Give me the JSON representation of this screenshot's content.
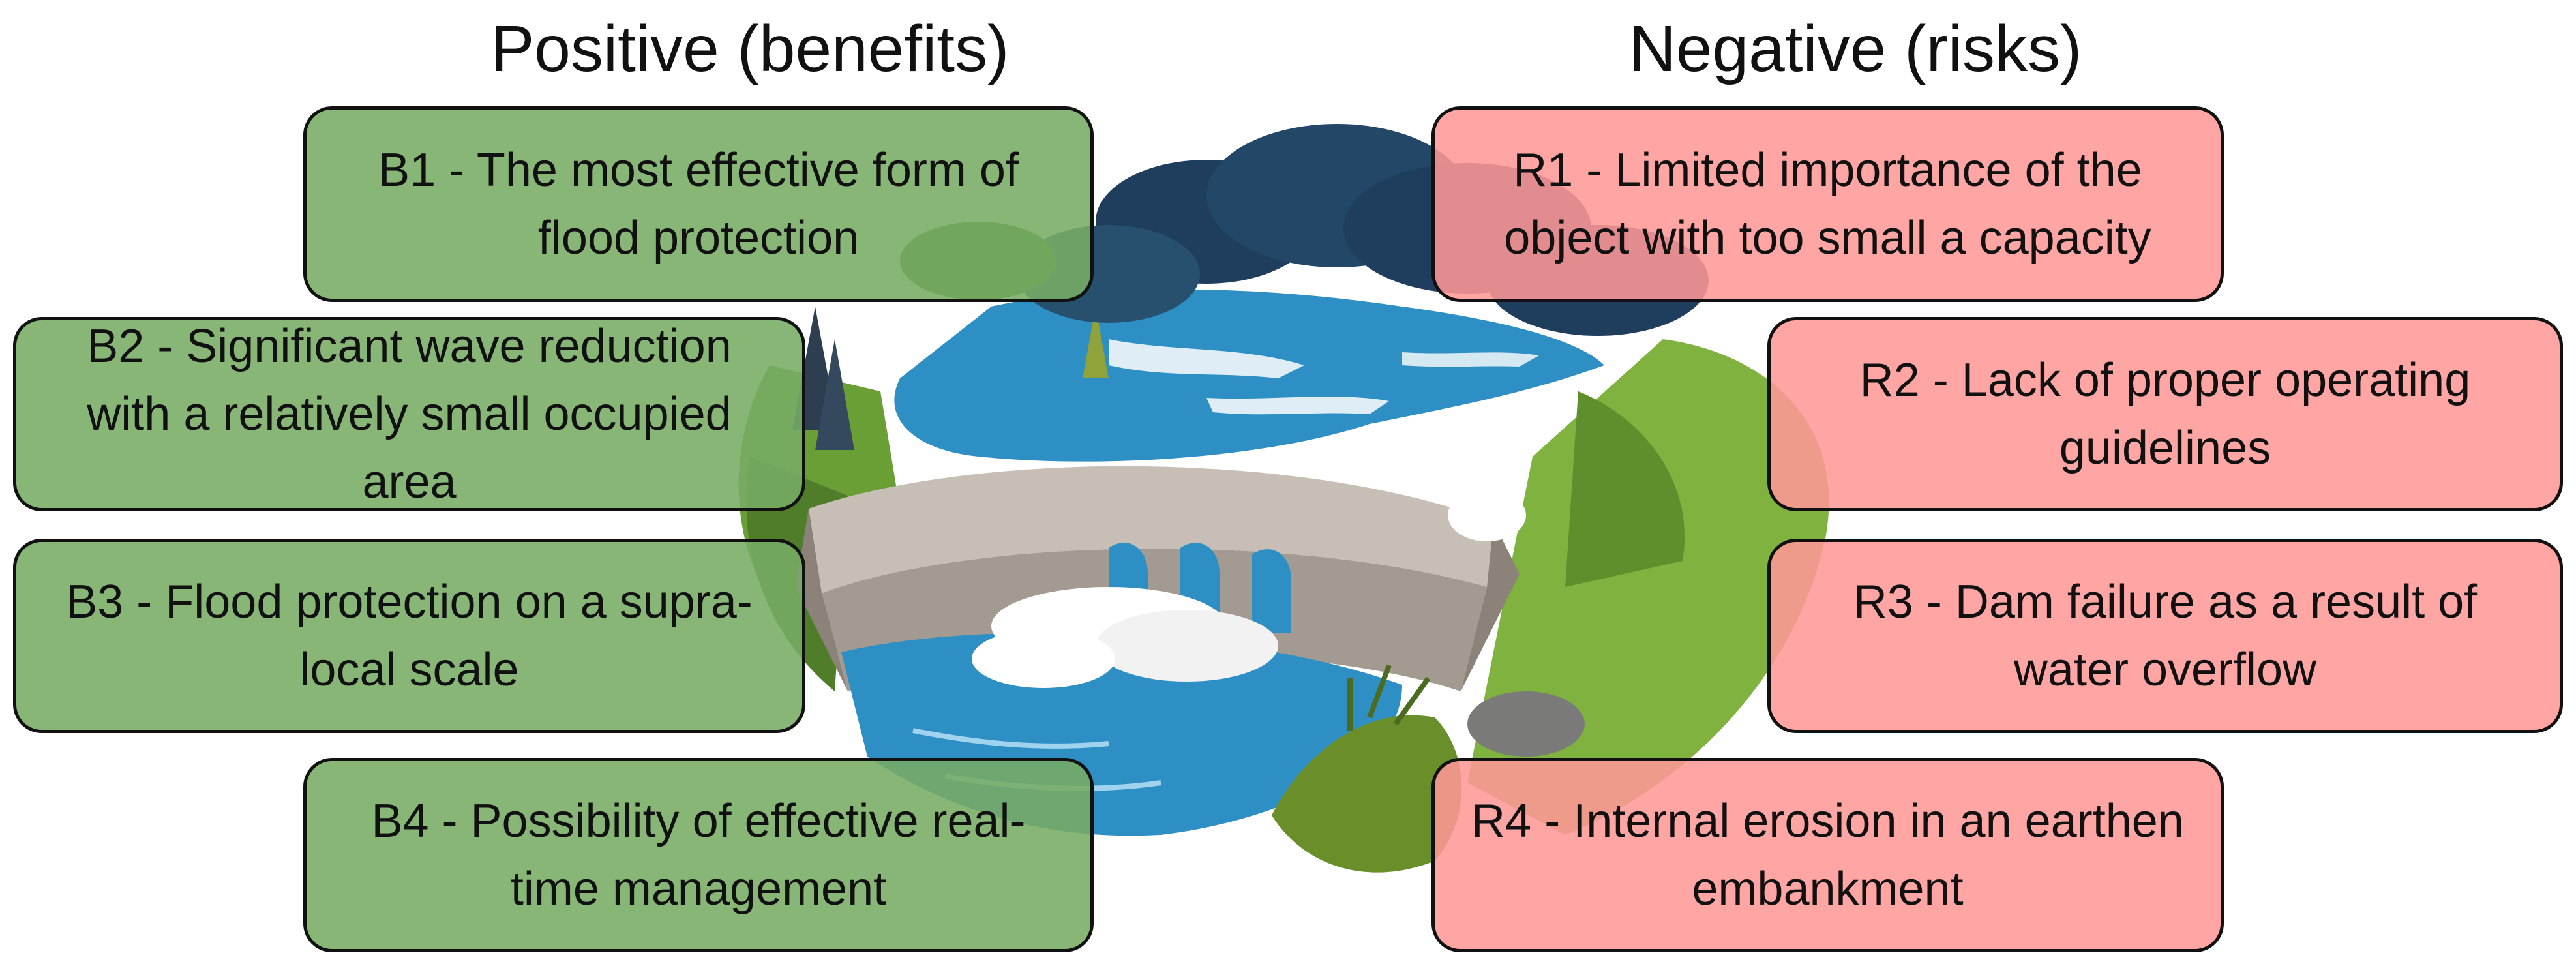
{
  "headings": {
    "positive": "Positive (benefits)",
    "negative": "Negative (risks)"
  },
  "benefits": [
    {
      "label": "B1 - The most effective form of flood protection"
    },
    {
      "label": "B2 - Significant wave reduction with a relatively small occupied area"
    },
    {
      "label": "B3 - Flood protection on a supra-local scale"
    },
    {
      "label": "B4 - Possibility of effective real-time management"
    }
  ],
  "risks": [
    {
      "label": "R1 - Limited importance of the object with too small a capacity"
    },
    {
      "label": "R2 - Lack of proper operating guidelines"
    },
    {
      "label": "R3 - Dam failure as a result of water overflow"
    },
    {
      "label": "R4 - Internal erosion in an earthen embankment"
    }
  ],
  "colors": {
    "benefit_box": "#78ac64",
    "risk_box": "#ff9896",
    "water": "#2d8fc4",
    "grass": "#79ad3f",
    "clouds": "#1f3d5c",
    "dam": "#a39a92"
  }
}
